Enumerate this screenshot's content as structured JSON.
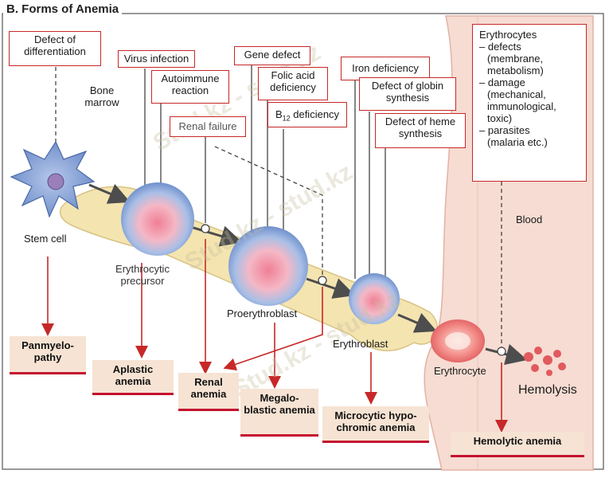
{
  "title": "B. Forms of Anemia",
  "watermark": "Stud.kz - stud.kz",
  "cells": {
    "stem_cell": "Stem cell",
    "bone_marrow": "Bone marrow",
    "erythrocytic_precursor": "Erythrocytic precursor",
    "proerythroblast": "Proerythroblast",
    "erythroblast": "Erythroblast",
    "erythrocyte": "Erythrocyte",
    "blood": "Blood",
    "hemolysis": "Hemolysis"
  },
  "causes": {
    "defect_differentiation": "Defect of differentiation",
    "virus_infection": "Virus infection",
    "autoimmune_reaction": "Autoimmune reaction",
    "renal_failure": "Renal failure",
    "gene_defect": "Gene defect",
    "folic_acid_deficiency": "Folic acid deficiency",
    "b12_b": "B",
    "b12_sub": "12",
    "b12_rest": " deficiency",
    "iron_deficiency": "Iron deficiency",
    "globin_defect": "Defect of globin synthesis",
    "heme_defect": "Defect of heme synthesis",
    "erythrocytes_box": {
      "heading": "Erythrocytes",
      "lines": [
        "– defects",
        "(membrane,",
        "metabolism)",
        "– damage",
        "(mechanical,",
        "immunological,",
        "toxic)",
        "– parasites",
        "(malaria etc.)"
      ]
    }
  },
  "anemias": {
    "panmyelopathy": "Panmyelo- pathy",
    "aplastic": "Aplastic anemia",
    "renal": "Renal anemia",
    "megaloblastic": "Megalo- blastic anemia",
    "microcytic": "Microcytic hypo- chromic anemia",
    "hemolytic": "Hemolytic anemia"
  },
  "colors": {
    "accent_red": "#c62828",
    "result_fill": "#f6e3d3",
    "bone": "#f4e4b0",
    "vessel": "#f6dcd2",
    "cell_blue": "#7e9fd4",
    "cell_pink": "#f08a9a"
  }
}
